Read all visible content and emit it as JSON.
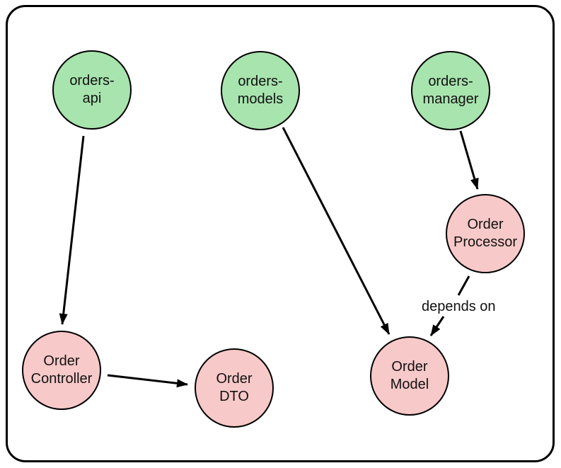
{
  "diagram": {
    "kind": "dependency-diagram",
    "colors": {
      "package_node_fill": "#a8e4ae",
      "class_node_fill": "#f8c9c9",
      "node_stroke": "#000000",
      "edge_stroke": "#000000",
      "frame_stroke": "#000000",
      "background": "#ffffff",
      "text": "#111111"
    },
    "nodes": [
      {
        "id": "orders-api",
        "label": "orders-\napi",
        "kind": "package"
      },
      {
        "id": "orders-models",
        "label": "orders-\nmodels",
        "kind": "package"
      },
      {
        "id": "orders-manager",
        "label": "orders-\nmanager",
        "kind": "package"
      },
      {
        "id": "order-processor",
        "label": "Order\nProcessor",
        "kind": "class"
      },
      {
        "id": "order-controller",
        "label": "Order\nController",
        "kind": "class"
      },
      {
        "id": "order-dto",
        "label": "Order\nDTO",
        "kind": "class"
      },
      {
        "id": "order-model",
        "label": "Order\nModel",
        "kind": "class"
      }
    ],
    "edges": [
      {
        "from": "orders-api",
        "to": "order-controller",
        "label": ""
      },
      {
        "from": "orders-models",
        "to": "order-model",
        "label": ""
      },
      {
        "from": "orders-manager",
        "to": "order-processor",
        "label": ""
      },
      {
        "from": "order-processor",
        "to": "order-model",
        "label": "depends on"
      },
      {
        "from": "order-controller",
        "to": "order-dto",
        "label": ""
      }
    ]
  }
}
